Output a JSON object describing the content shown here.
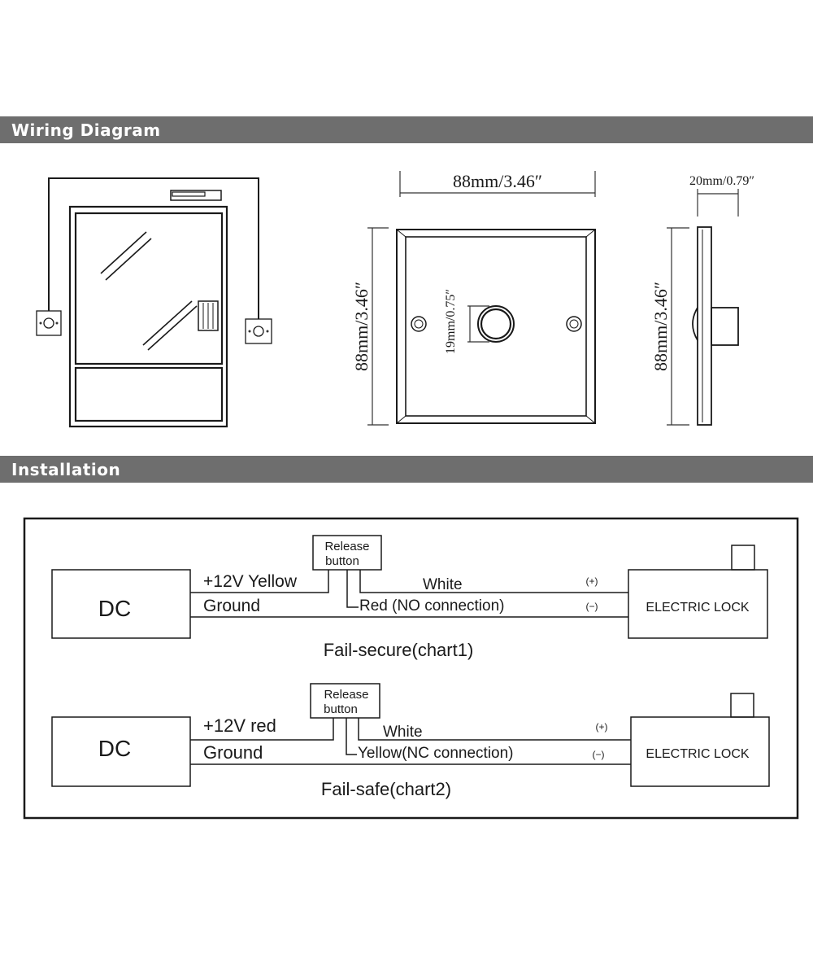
{
  "sections": {
    "wiring": "Wiring Diagram",
    "installation": "Installation"
  },
  "dimensions": {
    "front_width": "88mm/3.46″",
    "front_height": "88mm/3.46″",
    "button_diameter": "19mm/0.75″",
    "side_depth": "20mm/0.79″",
    "side_height": "88mm/3.46″"
  },
  "chart1": {
    "dc_label": "DC",
    "release_line1": "Release",
    "release_line2": "button",
    "positive_wire": "+12V Yellow",
    "ground_wire": "Ground",
    "white_wire": "White",
    "switch_wire": "Red (NO connection)",
    "plus_sign": "(+)",
    "minus_sign": "(−)",
    "lock_label": "ELECTRIC LOCK",
    "caption": "Fail-secure(chart1)"
  },
  "chart2": {
    "dc_label": "DC",
    "release_line1": "Release",
    "release_line2": "button",
    "positive_wire": "+12V red",
    "ground_wire": "Ground",
    "white_wire": "White",
    "switch_wire": "Yellow(NC connection)",
    "plus_sign": "(+)",
    "minus_sign": "(−)",
    "lock_label": "ELECTRIC LOCK",
    "caption": "Fail-safe(chart2)"
  }
}
